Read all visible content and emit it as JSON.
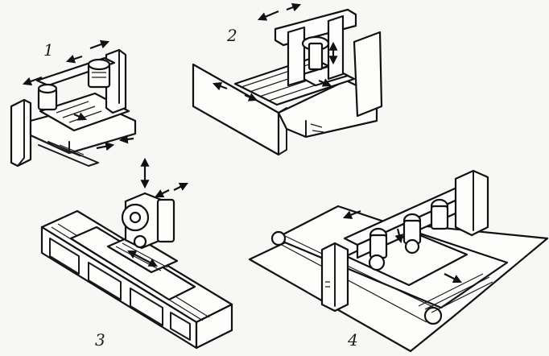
{
  "diagram": {
    "labels": [
      {
        "id": "machine-1",
        "text": "1"
      },
      {
        "id": "machine-2",
        "text": "2"
      },
      {
        "id": "machine-3",
        "text": "3"
      },
      {
        "id": "machine-4",
        "text": "4"
      }
    ]
  }
}
